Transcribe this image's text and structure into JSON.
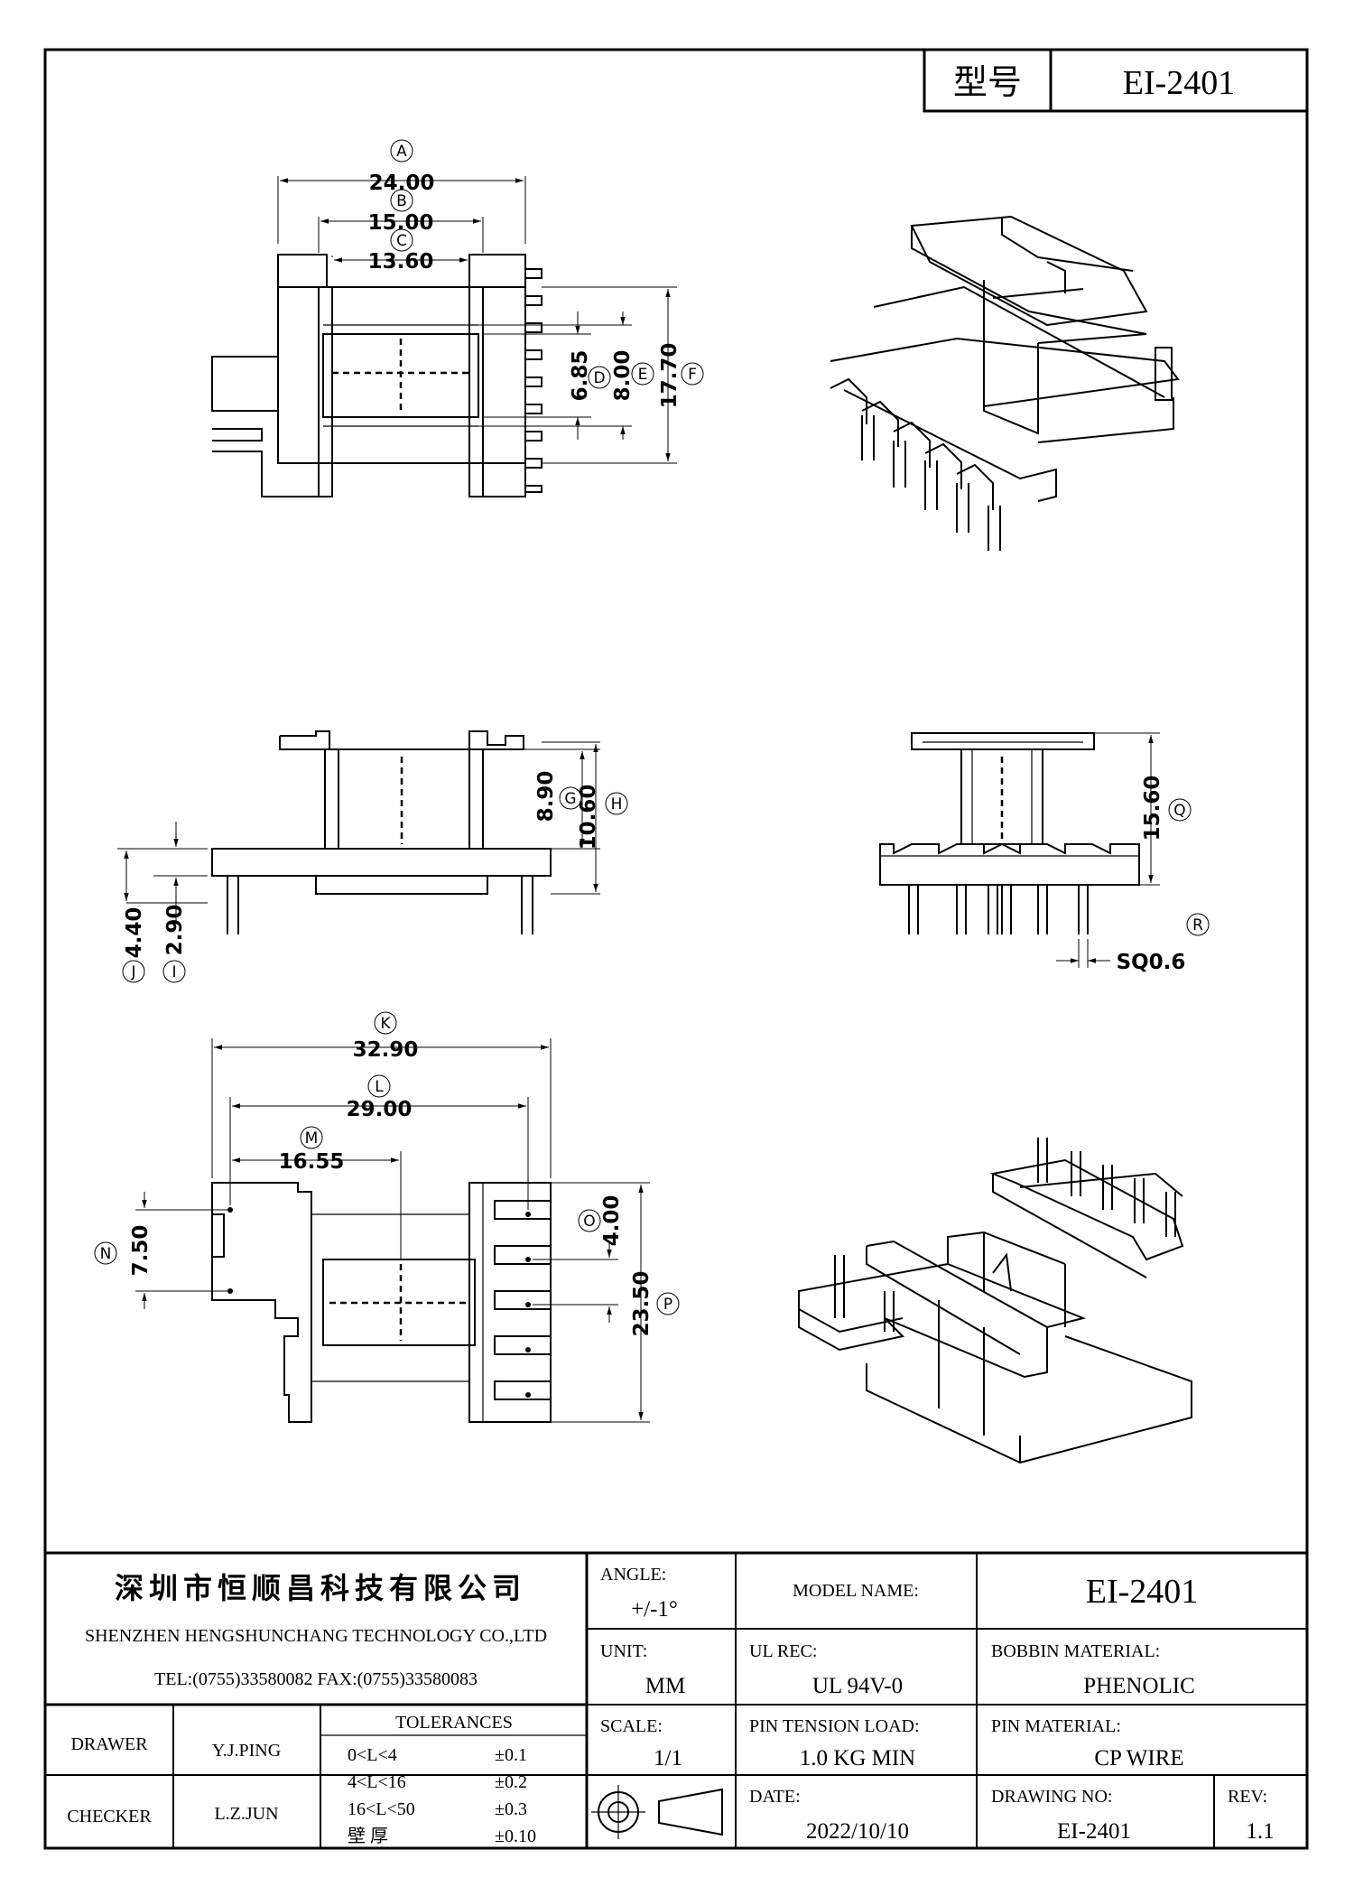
{
  "header": {
    "model_label": "型号",
    "model_value": "EI-2401"
  },
  "dimensions": {
    "A": {
      "tag": "A",
      "value": "24.00"
    },
    "B": {
      "tag": "B",
      "value": "15.00"
    },
    "C": {
      "tag": "C",
      "value": "13.60"
    },
    "D": {
      "tag": "D",
      "value": "6.85"
    },
    "E": {
      "tag": "E",
      "value": "8.00"
    },
    "F": {
      "tag": "F",
      "value": "17.70"
    },
    "G": {
      "tag": "G",
      "value": "8.90"
    },
    "H": {
      "tag": "H",
      "value": "10.60"
    },
    "I": {
      "tag": "I",
      "value": "2.90"
    },
    "J": {
      "tag": "J",
      "value": "4.40"
    },
    "K": {
      "tag": "K",
      "value": "32.90"
    },
    "L": {
      "tag": "L",
      "value": "29.00"
    },
    "M": {
      "tag": "M",
      "value": "16.55"
    },
    "N": {
      "tag": "N",
      "value": "7.50"
    },
    "O": {
      "tag": "O",
      "value": "4.00"
    },
    "P": {
      "tag": "P",
      "value": "23.50"
    },
    "Q": {
      "tag": "Q",
      "value": "15.60"
    },
    "R": {
      "tag": "R",
      "value": "SQ0.6"
    }
  },
  "title_block": {
    "company_cn": "深圳市恒顺昌科技有限公司",
    "company_en": "SHENZHEN HENGSHUNCHANG TECHNOLOGY CO.,LTD",
    "contact": "TEL:(0755)33580082 FAX:(0755)33580083",
    "angle_label": "ANGLE:",
    "angle_value": "+/-1°",
    "model_name_label": "MODEL NAME:",
    "model_name_value": "EI-2401",
    "unit_label": "UNIT:",
    "unit_value": "MM",
    "ul_rec_label": "UL REC:",
    "ul_rec_value": "UL 94V-0",
    "bobbin_material_label": "BOBBIN MATERIAL:",
    "bobbin_material_value": "PHENOLIC",
    "drawer_label": "DRAWER",
    "drawer_value": "Y.J.PING",
    "checker_label": "CHECKER",
    "checker_value": "L.Z.JUN",
    "tolerances_label": "TOLERANCES",
    "tolerances": [
      {
        "range": "0<L<4",
        "tol": "±0.1"
      },
      {
        "range": "4<L<16",
        "tol": "±0.2"
      },
      {
        "range": "16<L<50",
        "tol": "±0.3"
      },
      {
        "range": "壁  厚",
        "tol": "±0.10"
      }
    ],
    "scale_label": "SCALE:",
    "scale_value": "1/1",
    "pin_tension_label": "PIN TENSION LOAD:",
    "pin_tension_value": "1.0 KG MIN",
    "pin_material_label": "PIN MATERIAL:",
    "pin_material_value": "CP WIRE",
    "date_label": "DATE:",
    "date_value": "2022/10/10",
    "drawing_no_label": "DRAWING NO:",
    "drawing_no_value": "EI-2401",
    "rev_label": "REV:",
    "rev_value": "1.1"
  }
}
